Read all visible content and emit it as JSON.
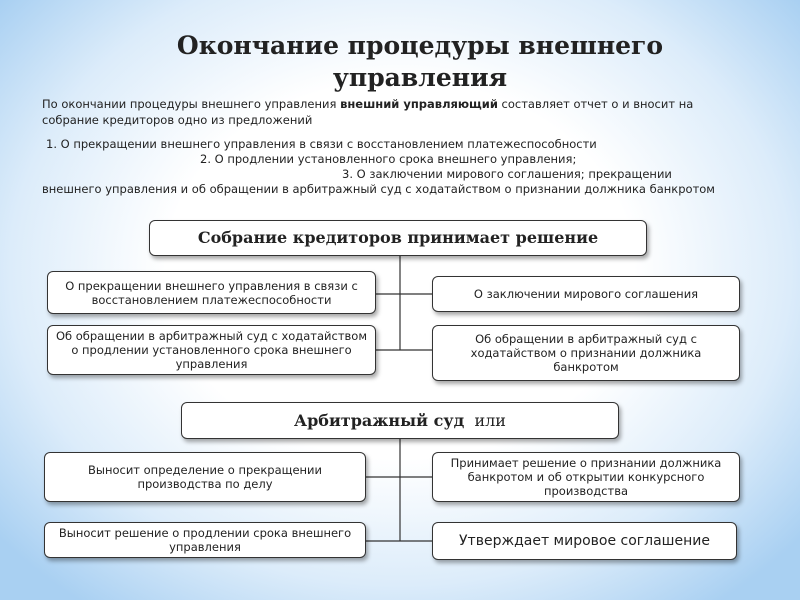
{
  "title": "Окончание процедуры внешнего управления",
  "intro": {
    "part1": "По окончании процедуры внешнего управления",
    "bold": "внешний управляющий",
    "part2": "составляет отчет о и вносит на собрание кредиторов одно из предложений"
  },
  "list": {
    "item1": "1. О прекращении внешнего управления  в связи с восстановлением платежеспособности",
    "item2": "2. О  продлении установленного срока внешнего управления;",
    "item3a": "3. О заключении мирового соглашения; прекращении",
    "item3b": "внешнего управления и об обращении в арбитражный суд  с ходатайством о признании должника банкротом"
  },
  "creditors": {
    "heading": "Собрание кредиторов принимает решение",
    "opt_terminate": "О прекращении  внешнего управления в связи с восстановлением платежеспособности",
    "opt_settlement": "О заключении мирового соглашения",
    "opt_extend": "Об обращении в арбитражный суд с ходатайством о продлении установленного срока внешнего управления",
    "opt_bankrupt": "Об обращении в арбитражный суд с ходатайством о признании должника банкротом"
  },
  "court": {
    "heading_bold": "Арбитражный суд",
    "heading_rest": "или",
    "opt_terminate": "Выносит определение о прекращении производства по делу",
    "opt_bankrupt": "Принимает решение о признании должника банкротом и об открытии конкурсного производства",
    "opt_extend": "Выносит решение о продлении срока внешнего управления",
    "opt_settlement": "Утверждает мировое соглашение"
  }
}
